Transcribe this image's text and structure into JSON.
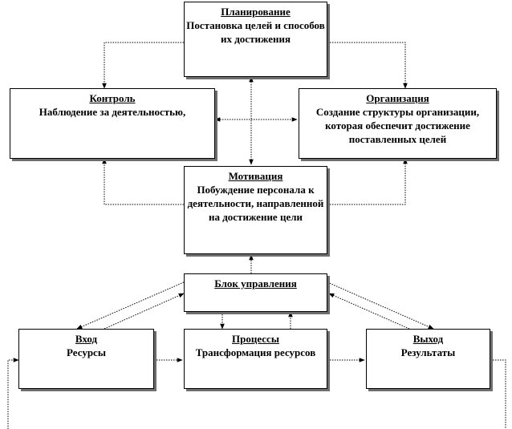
{
  "nodes": {
    "planning": {
      "title": "Планирование",
      "desc": "Постановка целей и способов их достижения"
    },
    "control": {
      "title": "Контроль",
      "desc": "Наблюдение за деятельностью,"
    },
    "organization": {
      "title": "Организация",
      "desc": "Создание структуры организации, которая обеспечит достижение поставленных целей"
    },
    "motivation": {
      "title": "Мотивация",
      "desc": "Побуждение персонала к деятельности, направленной на достижение цели"
    },
    "management": {
      "title": "Блок управления",
      "desc": ""
    },
    "input": {
      "title": "Вход",
      "desc": "Ресурсы"
    },
    "processes": {
      "title": "Процессы",
      "desc": "Трансформация ресурсов"
    },
    "output": {
      "title": "Выход",
      "desc": "Результаты"
    }
  },
  "colors": {
    "line": "#000000",
    "shadow": "#6e6e6e",
    "background": "#ffffff"
  }
}
